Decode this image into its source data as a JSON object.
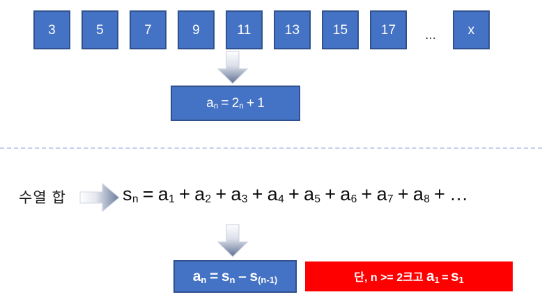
{
  "slide": {
    "background_color": "#FFFFFF",
    "box_fill": "#4472C4",
    "box_border": "#2F528F",
    "alert_fill": "#FF0000",
    "divider_color": "#C3CFF0"
  },
  "sequence_row": {
    "terms": [
      "3",
      "5",
      "7",
      "9",
      "11",
      "13",
      "15",
      "17"
    ],
    "ellipsis": "...",
    "last_term": "x"
  },
  "general_term": {
    "lhs_base": "a",
    "lhs_sub": "n",
    "equals": "=",
    "coefficient": "2",
    "coefficient_sub": "n",
    "plus": "+",
    "constant": "1",
    "full_text": "an = 2n + 1"
  },
  "sum_section": {
    "label": "수열 합",
    "formula": {
      "lhs_base": "s",
      "lhs_sub": "n",
      "equals": "=",
      "terms": [
        {
          "base": "a",
          "sub": "1"
        },
        {
          "base": "a",
          "sub": "2"
        },
        {
          "base": "a",
          "sub": "3"
        },
        {
          "base": "a",
          "sub": "4"
        },
        {
          "base": "a",
          "sub": "5"
        },
        {
          "base": "a",
          "sub": "6"
        },
        {
          "base": "a",
          "sub": "7"
        },
        {
          "base": "a",
          "sub": "8"
        }
      ],
      "operator": "+",
      "trailing": "…",
      "full_text": "sn = a1 + a2 + a3 + a4 + a5 + a6 + a7 + a8 + …"
    }
  },
  "recurrence": {
    "lhs_base": "a",
    "lhs_sub": "n",
    "equals": "=",
    "first_base": "s",
    "first_sub": "n",
    "minus": "–",
    "second_base": "s",
    "second_sub": "(n-1)",
    "full_text": "an = sn – s(n-1)"
  },
  "condition": {
    "prefix": "단, n >= 2크고 ",
    "term_base": "a",
    "term_sub": "1",
    "equals": "=",
    "value_base": "s",
    "value_sub": "1",
    "full_text": "단, n >= 2크고 a1 = s1"
  },
  "icons": {
    "arrow_down_1": "arrow-down-icon",
    "arrow_down_2": "arrow-down-icon",
    "arrow_right": "arrow-right-icon"
  }
}
